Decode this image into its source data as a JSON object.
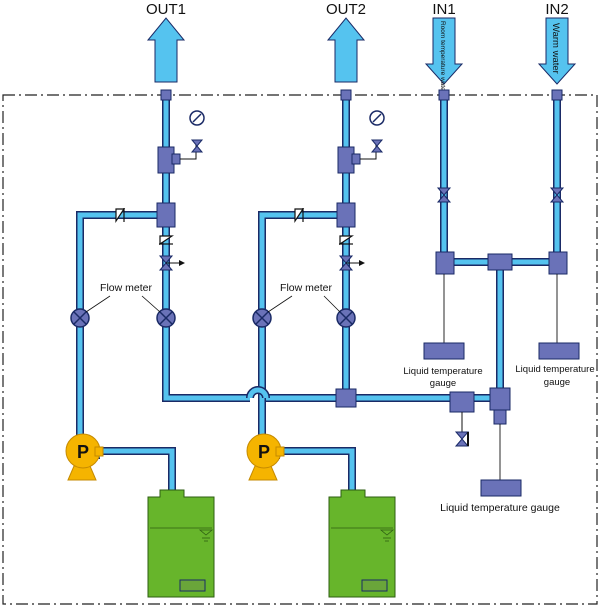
{
  "ports": {
    "out1": "OUT1",
    "out2": "OUT2",
    "in1": "IN1",
    "in2": "IN2",
    "in1_label": "Room temperature water",
    "in2_label": "Warm water"
  },
  "labels": {
    "flow_meter_1": "Flow meter",
    "flow_meter_2": "Flow meter",
    "temp_gauge_1_line1": "Liquid temperature",
    "temp_gauge_1_line2": "gauge",
    "temp_gauge_2_line1": "Liquid temperature",
    "temp_gauge_2_line2": "gauge",
    "temp_gauge_3": "Liquid temperature gauge",
    "pump_1": "P",
    "pump_2": "P"
  },
  "colors": {
    "pipe": "#55c3ef",
    "pipe_outline": "#1a2a66",
    "fitting": "#6a72b8",
    "arrow": "#55c3ef",
    "pump": "#f5b400",
    "tank": "#67b52b",
    "boundary": "#222222"
  }
}
